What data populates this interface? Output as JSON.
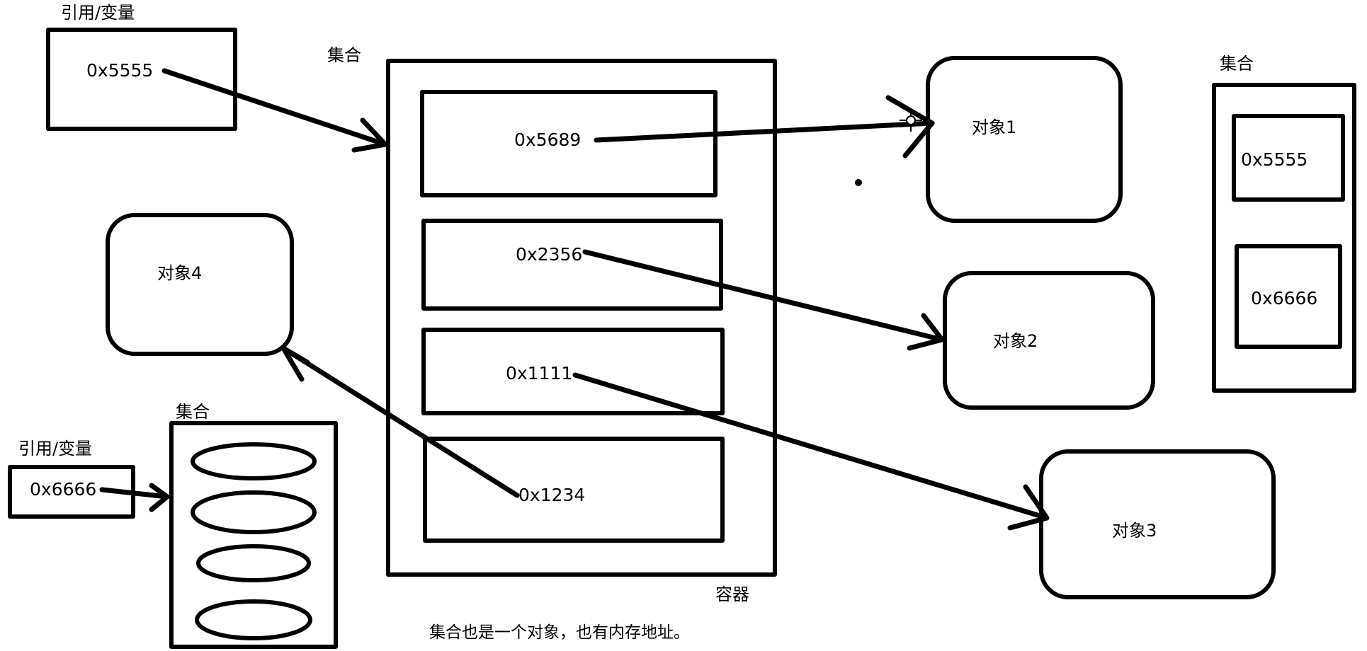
{
  "labels": {
    "ref_var_top": "引用/变量",
    "ref_var_bottom": "引用/变量",
    "collection_main": "集合",
    "collection_right": "集合",
    "collection_bottom": "集合",
    "container": "容器",
    "caption": "集合也是一个对象，也有内存地址。"
  },
  "addresses": {
    "ref_top_value": "0x5555",
    "ref_bottom_value": "0x6666",
    "slot_1": "0x5689",
    "slot_2": "0x2356",
    "slot_3": "0x1111",
    "slot_4": "0x1234",
    "right_slot_1": "0x5555",
    "right_slot_2": "0x6666"
  },
  "objects": {
    "obj1": "对象1",
    "obj2": "对象2",
    "obj3": "对象3",
    "obj4": "对象4"
  },
  "colors": {
    "stroke": "#000000",
    "background": "#ffffff"
  }
}
